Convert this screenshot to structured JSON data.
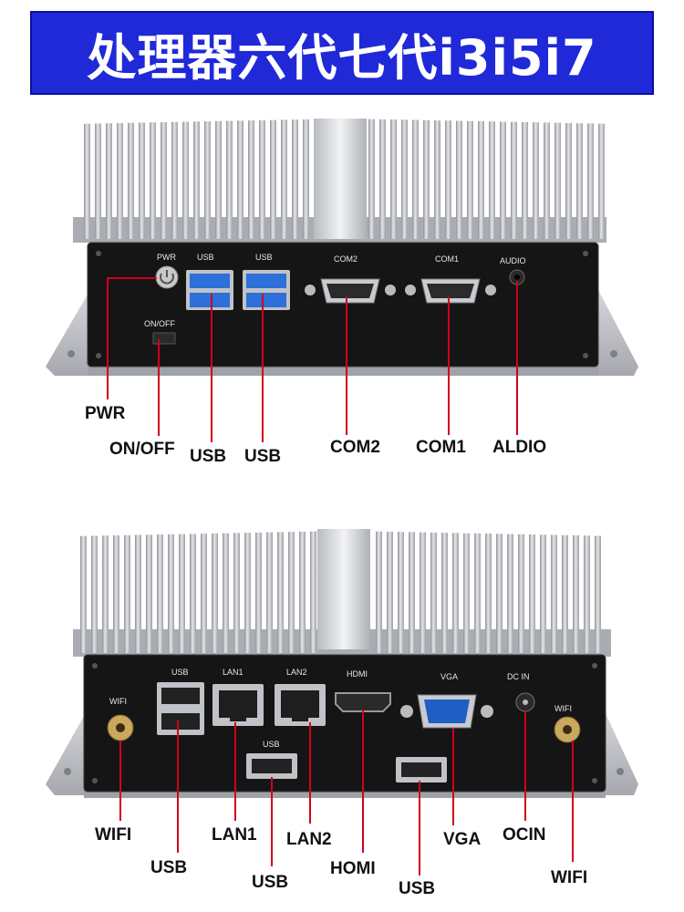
{
  "banner": {
    "title": "处理器六代七代i3i5i7",
    "bg": "#1f29d8"
  },
  "colors": {
    "callout_line": "#d0021b",
    "heatsink": "#c9cbcf",
    "panel": "#151515",
    "usb_blue": "#2e6fd8"
  },
  "front_panel": {
    "printed": {
      "pwr": "PWR",
      "usb_a": "USB",
      "usb_b": "USB",
      "com2": "COM2",
      "com1": "COM1",
      "audio": "AUDIO",
      "onoff": "ON/OFF"
    },
    "callouts": {
      "pwr": "PWR",
      "onoff": "ON/OFF",
      "usb_a": "USB",
      "usb_b": "USB",
      "com2": "COM2",
      "com1": "COM1",
      "audio": "ALDIO"
    }
  },
  "rear_panel": {
    "printed": {
      "wifi_l": "WIFI",
      "usb_stack": "USB",
      "lan1": "LAN1",
      "lan2": "LAN2",
      "hdmi": "HDMI",
      "vga": "VGA",
      "dcin": "DC IN",
      "usb_mid": "USB",
      "wifi_r": "WIFI"
    },
    "callouts": {
      "wifi_l": "WIFI",
      "usb_stack": "USB",
      "lan1": "LAN1",
      "usb_mid": "USB",
      "lan2": "LAN2",
      "hdmi": "HOMI",
      "usb_right": "USB",
      "vga": "VGA",
      "ocin": "OCIN",
      "wifi_r": "WIFI"
    }
  }
}
